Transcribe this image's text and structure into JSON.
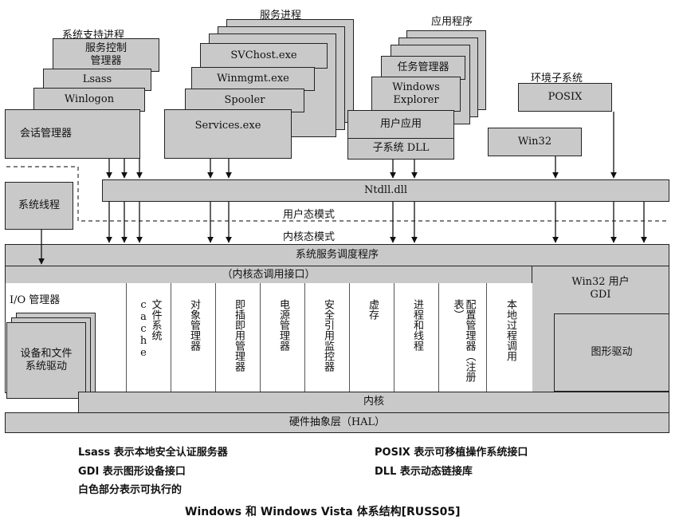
{
  "groups": {
    "system_support": "系统支持进程",
    "services": "服务进程",
    "applications": "应用程序",
    "env_subsystems": "环境子系统"
  },
  "system_support": {
    "scm": "服务控制\n管理器",
    "lsass": "Lsass",
    "winlogon": "Winlogon",
    "session_manager": "会话管理器"
  },
  "services": {
    "svchost": "SVChost.exe",
    "winmgmt": "Winmgmt.exe",
    "spooler": "Spooler",
    "services_exe": "Services.exe"
  },
  "applications": {
    "task_manager": "任务管理器",
    "explorer": "Windows\nExplorer",
    "user_app": "用户应用",
    "subsystem_dll": "子系统 DLL"
  },
  "env": {
    "posix": "POSIX",
    "win32": "Win32"
  },
  "system_threads": "系统线程",
  "ntdll": "Ntdll.dll",
  "user_mode": "用户态模式",
  "kernel_mode": "内核态模式",
  "dispatcher": "系统服务调度程序",
  "kernel_interface": "（内核态调用接口）",
  "io_manager": "I/O 管理器",
  "device_drivers": "设备和文件\n系统驱动",
  "kernel_columns": [
    "文件系统cache",
    "对象管理器",
    "即插即用管理器",
    "电源管理器",
    "安全引用监控器",
    "虚存",
    "进程和线程",
    "配置管理器（注册表）",
    "本地过程调用"
  ],
  "win32_gdi": "Win32 用户\nGDI",
  "graphics_driver": "图形驱动",
  "kernel": "内核",
  "hal": "硬件抽象层（HAL）",
  "legend": {
    "lsass": "Lsass 表示本地安全认证服务器",
    "gdi": "GDI 表示图形设备接口",
    "white": "白色部分表示可执行的",
    "posix": "POSIX 表示可移植操作系统接口",
    "dll": "DLL 表示动态链接库"
  },
  "caption": "Windows 和 Windows Vista 体系结构[RUSS05]"
}
